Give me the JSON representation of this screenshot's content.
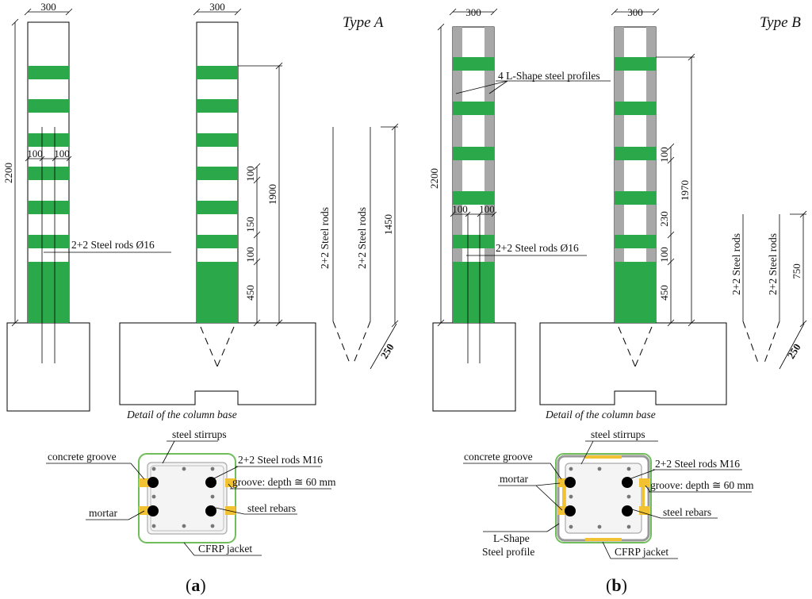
{
  "colors": {
    "cfrp": "#2aa84a",
    "steel_profile": "#a8a8a8",
    "mortar": "#f2c232",
    "jacket_outline": "#6fbe5a"
  },
  "panel_a": {
    "type_label": "Type A",
    "column_width": "300",
    "column_height": "2200",
    "rod_spacing_left": "100",
    "rod_spacing_right": "100",
    "rods_label": "2+2 Steel rods Ø16",
    "height_to_top_strip": "1900",
    "strip_width": "100",
    "strip_gap": "150",
    "strip_width_lower": "100",
    "base_wrap_height": "450",
    "rod_label_1": "2+2 Steel rods",
    "rod_label_2": "2+2 Steel rods",
    "rod_length": "1450",
    "rod_anchor_length": "250",
    "base_detail_caption": "Detail of the column base",
    "section": {
      "steel_stirrups": "steel stirrups",
      "concrete_groove": "concrete groove",
      "steel_rods": "2+2 Steel rods M16",
      "groove_depth": "groove: depth ≅ 60 mm",
      "mortar": "mortar",
      "steel_rebars": "steel rebars",
      "cfrp_jacket": "CFRP jacket"
    },
    "caption_letter": "a"
  },
  "panel_b": {
    "type_label": "Type B",
    "column_width": "300",
    "column_height": "2200",
    "profiles_label": "4 L-Shape steel profiles",
    "rod_spacing_left": "100",
    "rod_spacing_right": "100",
    "rods_label": "2+2 Steel rods Ø16",
    "height_to_top_strip": "1970",
    "strip_width": "100",
    "strip_gap": "230",
    "strip_width_lower": "100",
    "base_wrap_height": "450",
    "rod_label_1": "2+2 Steel rods",
    "rod_label_2": "2+2 Steel rods",
    "rod_length": "750",
    "rod_anchor_length": "250",
    "base_detail_caption": "Detail of the column base",
    "section": {
      "steel_stirrups": "steel stirrups",
      "concrete_groove": "concrete groove",
      "steel_rods": "2+2 Steel rods M16",
      "mortar": "mortar",
      "groove_depth": "groove: depth ≅ 60 mm",
      "steel_rebars": "steel rebars",
      "l_shape_1": "L-Shape",
      "l_shape_2": "Steel profile",
      "cfrp_jacket": "CFRP jacket"
    },
    "caption_letter": "b"
  }
}
